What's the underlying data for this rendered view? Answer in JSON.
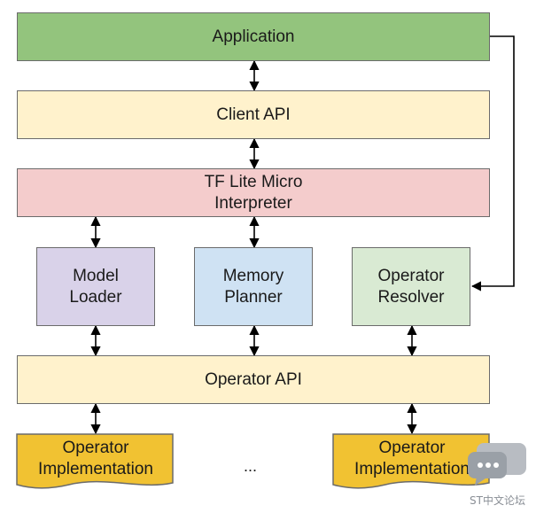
{
  "colors": {
    "application": "#93c47d",
    "api": "#fff2cc",
    "interpreter": "#f4cccc",
    "model_loader": "#d9d2e9",
    "memory_planner": "#cfe2f3",
    "operator_resolver": "#d9ead3",
    "operator_impl": "#f1c232",
    "border": "#6b6b6b",
    "arrow": "#000000"
  },
  "blocks": {
    "application": "Application",
    "client_api": "Client API",
    "interpreter": "TF Lite Micro\nInterpreter",
    "model_loader": "Model\nLoader",
    "memory_planner": "Memory\nPlanner",
    "operator_resolver": "Operator\nResolver",
    "operator_api": "Operator API",
    "operator_impl_left": "Operator\nImplementation",
    "operator_impl_right": "Operator\nImplementation"
  },
  "ellipsis": "...",
  "watermark": {
    "text": "ST中文论坛",
    "icon": "chat-bubble-icon"
  }
}
